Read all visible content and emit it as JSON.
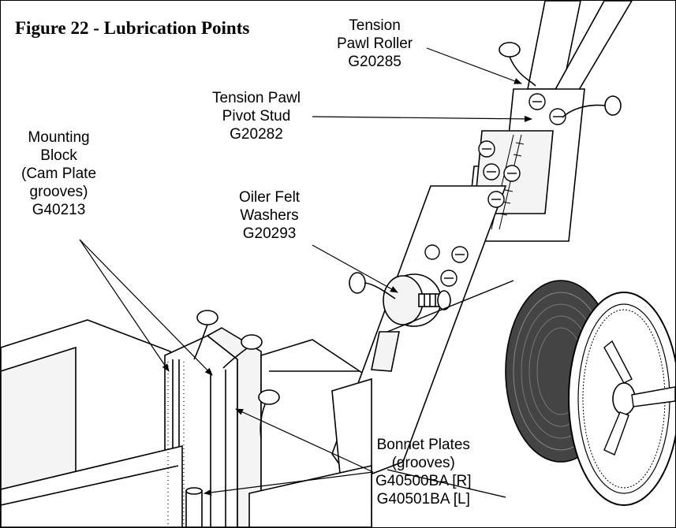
{
  "figure": {
    "title": "Figure 22 - Lubrication Points"
  },
  "callouts": {
    "tension_pawl_roller": {
      "lines": [
        "Tension",
        "Pawl Roller",
        "G20285"
      ]
    },
    "tension_pawl_pivot_stud": {
      "lines": [
        "Tension Pawl",
        "Pivot Stud",
        "G20282"
      ]
    },
    "mounting_block": {
      "lines": [
        "Mounting",
        "Block",
        "(Cam Plate",
        "grooves)",
        "G40213"
      ]
    },
    "oiler_felt_washers": {
      "lines": [
        "Oiler Felt",
        "Washers",
        "G20293"
      ]
    },
    "bonnet_plates": {
      "lines": [
        "Bonnet Plates",
        "(grooves)",
        "G40500BA [R]",
        "G40501BA [L]"
      ]
    }
  },
  "colors": {
    "line": "#000000",
    "background": "#ffffff",
    "fill": "#f4f4f4"
  }
}
